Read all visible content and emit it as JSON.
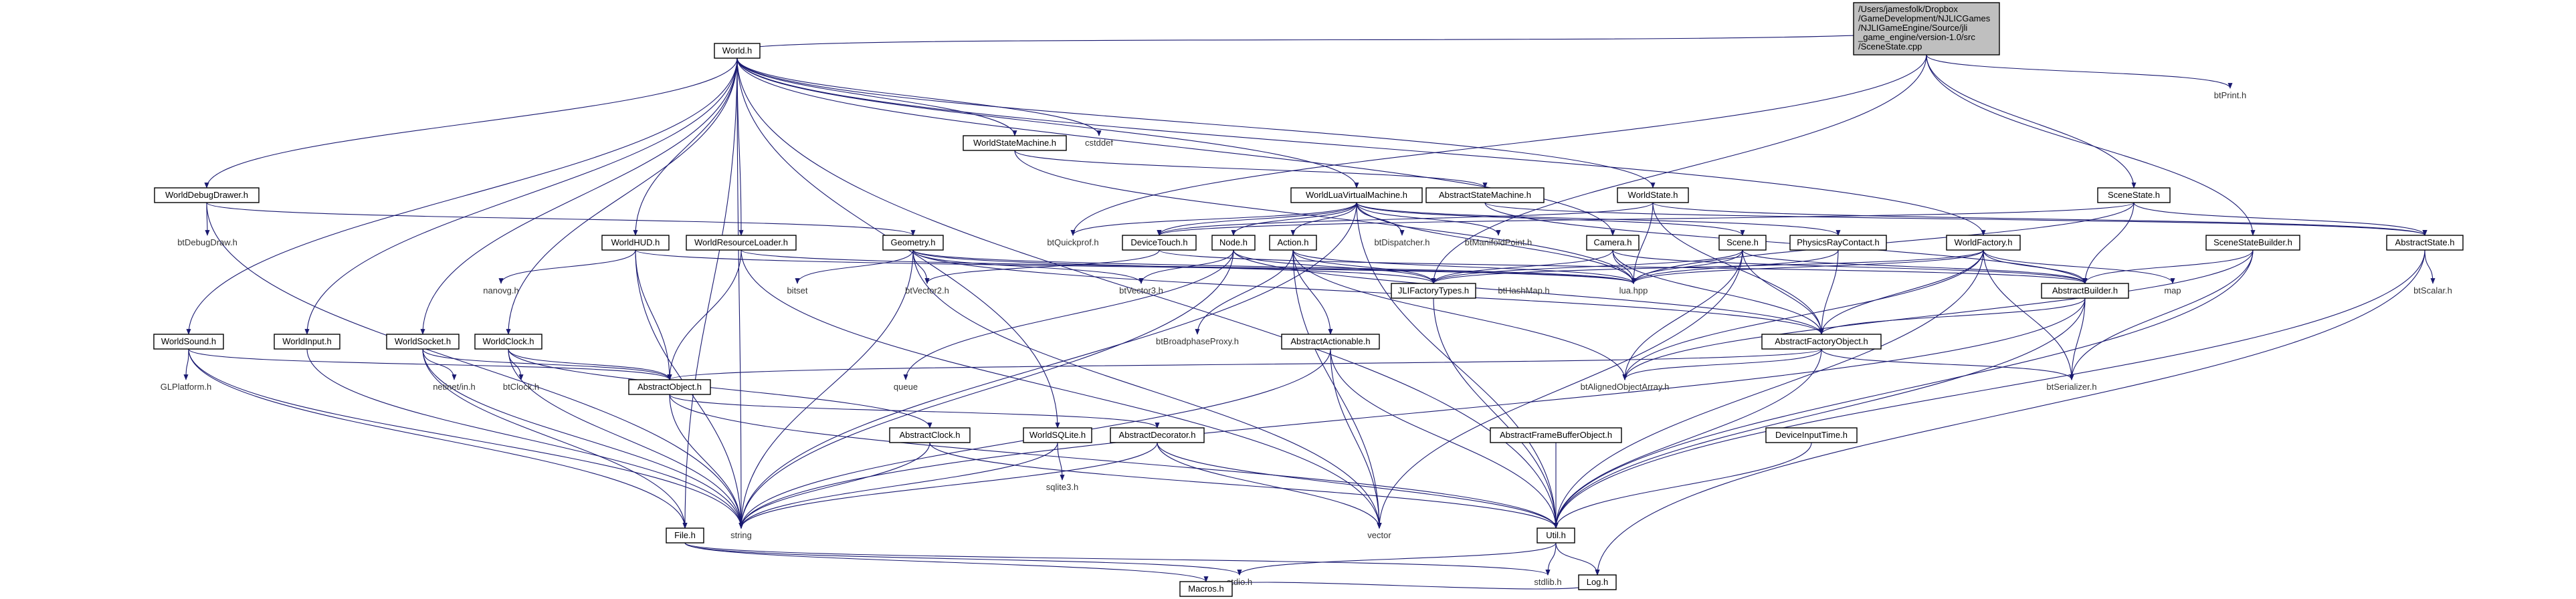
{
  "root": {
    "label_lines": [
      "/Users/jamesfolk/Dropbox",
      "/GameDevelopment/NJLICGames",
      "/NJLIGameEngine/Source/jli",
      "_game_engine/version-1.0/src",
      "/SceneState.cpp"
    ]
  },
  "nodes": {
    "world_h": "World.h",
    "btprint_h": "btPrint.h",
    "cstddef": "cstddef",
    "worldstatemachine_h": "WorldStateMachine.h",
    "worlddebugdrawer_h": "WorldDebugDrawer.h",
    "worldluavirtualmachine_h": "WorldLuaVirtualMachine.h",
    "abstractstatemachine_h": "AbstractStateMachine.h",
    "worldstate_h": "WorldState.h",
    "scenestate_h": "SceneState.h",
    "btdebugdraw_h": "btDebugDraw.h",
    "worldhud_h": "WorldHUD.h",
    "worldresourceloader_h": "WorldResourceLoader.h",
    "geometry_h": "Geometry.h",
    "btquickprof_h": "btQuickprof.h",
    "devicetouch_h": "DeviceTouch.h",
    "node_h": "Node.h",
    "action_h": "Action.h",
    "btdispatcher_h": "btDispatcher.h",
    "btmanifoldpoint_h": "btManifoldPoint.h",
    "camera_h": "Camera.h",
    "scene_h": "Scene.h",
    "physicsraycontact_h": "PhysicsRayContact.h",
    "worldfactory_h": "WorldFactory.h",
    "scenestatebuilder_h": "SceneStateBuilder.h",
    "abstractstate_h": "AbstractState.h",
    "nanovg_h": "nanovg.h",
    "bitset": "bitset",
    "btvector2_h": "btVector2.h",
    "btvector3_h": "btVector3.h",
    "jlifactorytypes_h": "JLIFactoryTypes.h",
    "bthashmap_h": "btHashMap.h",
    "lua_hpp": "lua.hpp",
    "abstractbuilder_h": "AbstractBuilder.h",
    "map": "map",
    "btscalar_h": "btScalar.h",
    "worldsound_h": "WorldSound.h",
    "worldinput_h": "WorldInput.h",
    "worldsocket_h": "WorldSocket.h",
    "worldclock_h": "WorldClock.h",
    "btbroadphaseproxy_h": "btBroadphaseProxy.h",
    "abstractactionable_h": "AbstractActionable.h",
    "abstractfactoryobject_h": "AbstractFactoryObject.h",
    "glplatform_h": "GLPlatform.h",
    "netinet_in_h": "netinet/in.h",
    "btclock_h": "btClock.h",
    "abstractobject_h": "AbstractObject.h",
    "queue": "queue",
    "btalignedobjectarray_h": "btAlignedObjectArray.h",
    "btserializer_h": "btSerializer.h",
    "abstractclock_h": "AbstractClock.h",
    "worldsqlite_h": "WorldSQLite.h",
    "abstractdecorator_h": "AbstractDecorator.h",
    "abstractframebufferobject_h": "AbstractFrameBufferObject.h",
    "deviceinputtime_h": "DeviceInputTime.h",
    "sqlite3_h": "sqlite3.h",
    "string": "string",
    "vector": "vector",
    "util_h": "Util.h",
    "file_h": "File.h",
    "stdio_h": "stdio.h",
    "stdlib_h": "stdlib.h",
    "log_h": "Log.h",
    "macros_h": "Macros.h"
  }
}
